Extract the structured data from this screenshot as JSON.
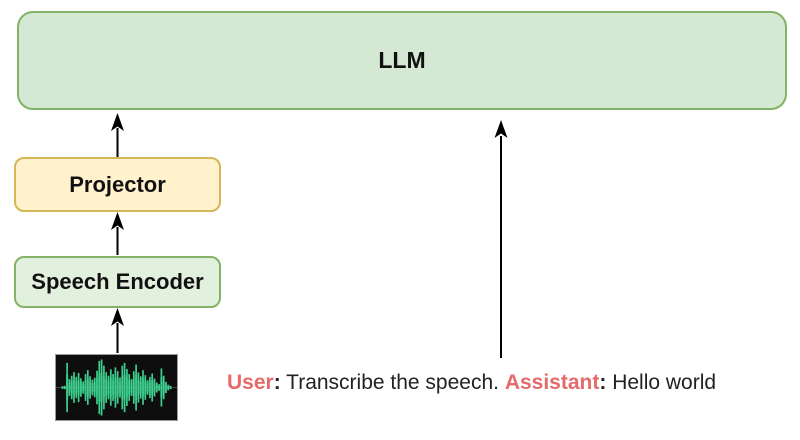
{
  "diagram": {
    "nodes": {
      "llm": {
        "label": "LLM"
      },
      "projector": {
        "label": "Projector"
      },
      "speech_encoder": {
        "label": "Speech Encoder"
      }
    },
    "caption": {
      "user_label": "User",
      "colon": ":",
      "user_text": " Transcribe the speech. ",
      "assistant_label": "Assistant",
      "assistant_text": " Hello world"
    },
    "waveform": {
      "icon": "audio-waveform-icon",
      "amplitudes": [
        0.05,
        0.06,
        0.88,
        0.3,
        0.42,
        0.55,
        0.38,
        0.52,
        0.33,
        0.22,
        0.48,
        0.62,
        0.4,
        0.28,
        0.35,
        0.6,
        0.95,
        1.0,
        0.78,
        0.55,
        0.42,
        0.65,
        0.48,
        0.72,
        0.58,
        0.36,
        0.78,
        0.88,
        0.66,
        0.48,
        0.3,
        0.58,
        0.82,
        0.54,
        0.4,
        0.62,
        0.44,
        0.26,
        0.38,
        0.5,
        0.32,
        0.18,
        0.12,
        0.68,
        0.42,
        0.2,
        0.1,
        0.06
      ]
    },
    "colors": {
      "green_fill": "#d5e8d4",
      "green_border": "#82b366",
      "encoder_fill": "#e1f1dd",
      "yellow_fill": "#fff2cc",
      "yellow_border": "#d6b656",
      "speaker_red": "#e66a6a",
      "text_black": "#222222",
      "waveform_green": "#3ecf8e",
      "waveform_bg": "#0e0e0e",
      "arrow_color": "#000000"
    }
  }
}
